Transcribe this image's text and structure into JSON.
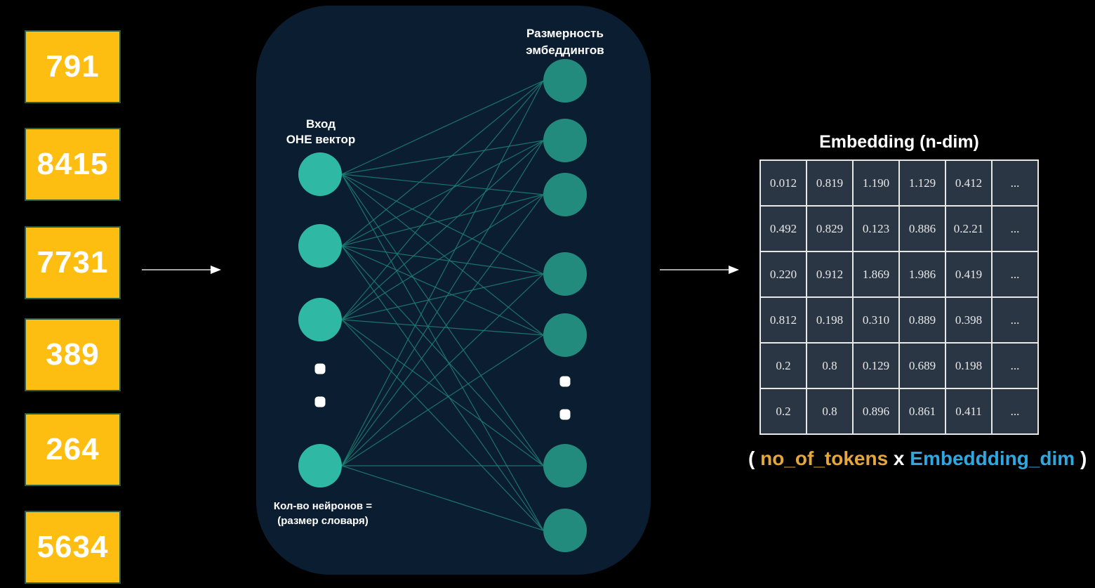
{
  "tokens": [
    "791",
    "8415",
    "7731",
    "389",
    "264",
    "5634"
  ],
  "network": {
    "input_label": {
      "line1": "Вход",
      "line2": "ОНЕ вектор"
    },
    "output_label": {
      "line1": "Размерность",
      "line2": "эмбеддингов"
    },
    "bottom_label": {
      "line1": "Кол-во нейронов =",
      "line2": "(размер словаря)"
    },
    "input_neuron_count": 4,
    "output_neuron_count": 7,
    "has_ellipsis_dots": true,
    "colors": {
      "panel_bg": "#0b1e31",
      "input_neuron": "#2fb8a4",
      "output_neuron": "#238b7d",
      "edge": "#1e8174",
      "ellipsis_dot": "#ffffff"
    }
  },
  "embedding_table": {
    "title": "Embedding (n-dim)",
    "rows": [
      [
        "0.012",
        "0.819",
        "1.190",
        "1.129",
        "0.412",
        "..."
      ],
      [
        "0.492",
        "0.829",
        "0.123",
        "0.886",
        "0.2.21",
        "..."
      ],
      [
        "0.220",
        "0.912",
        "1.869",
        "1.986",
        "0.419",
        "..."
      ],
      [
        "0.812",
        "0.198",
        "0.310",
        "0.889",
        "0.398",
        "..."
      ],
      [
        "0.2",
        "0.8",
        "0.129",
        "0.689",
        "0.198",
        "..."
      ],
      [
        "0.2",
        "0.8",
        "0.896",
        "0.861",
        "0.411",
        "..."
      ]
    ]
  },
  "caption": {
    "open": "(",
    "tokens": "no_of_tokens",
    "multiply": "x",
    "dim": "Embeddding_dim",
    "close": ")",
    "tokens_color": "#e4a73c",
    "dim_color": "#2fa8e0"
  },
  "colors": {
    "background": "#000000",
    "token_box_bg": "#fdbe11",
    "token_box_border": "#2b5e3e",
    "arrow": "#e8e8e8",
    "table_cell_bg": "#2b3645",
    "table_border": "#e8e8e8"
  }
}
